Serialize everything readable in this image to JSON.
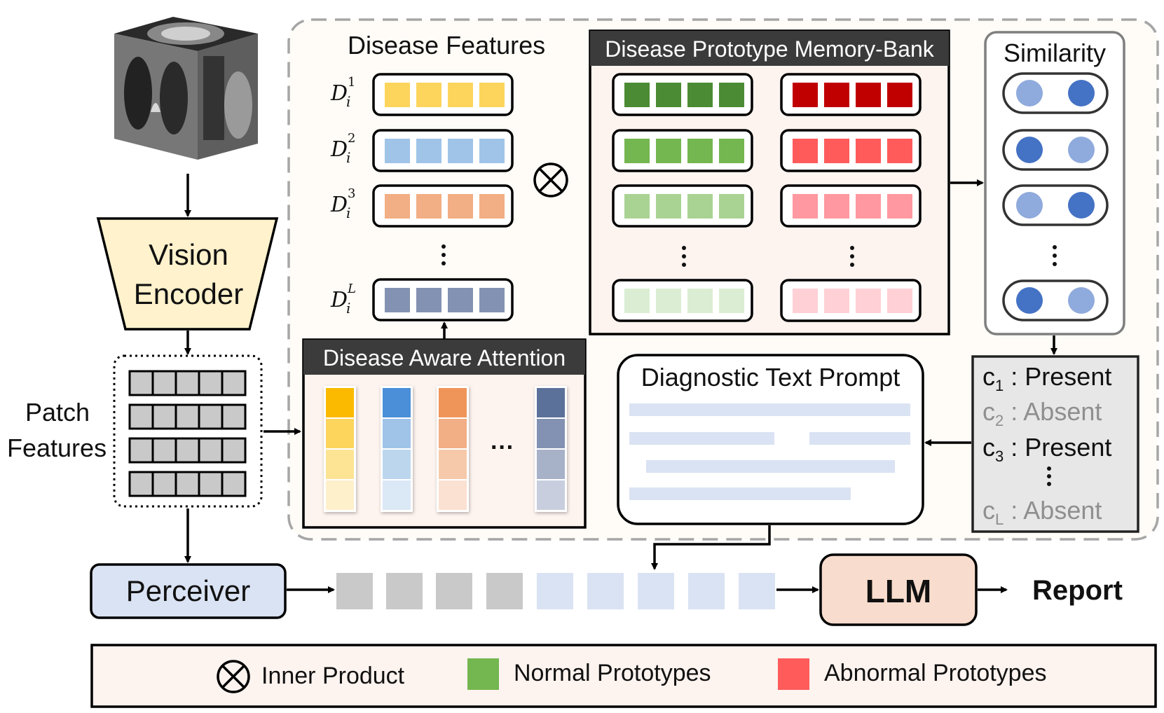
{
  "colors": {
    "yellow": [
      "#fbba00",
      "#fdd55d",
      "#fde394",
      "#fff0cc"
    ],
    "blue": [
      "#4a8fd8",
      "#9fc4e8",
      "#bcd6ee",
      "#dbe8f6"
    ],
    "orange": [
      "#f0955a",
      "#f2ae84",
      "#f6c9aa",
      "#fbe1d2"
    ],
    "slate": [
      "#5c7199",
      "#8392b2",
      "#a7b1c8",
      "#c8cedd"
    ],
    "normal_proto": [
      "#4b8b34",
      "#74b650",
      "#a9d393",
      "#dbeed3"
    ],
    "abnormal_proto": [
      "#c00000",
      "#ff5b5b",
      "#ff98a0",
      "#ffd0d5"
    ],
    "legend_normal": "#74b650",
    "legend_abnormal": "#ff5b5b"
  },
  "input": {
    "ct_volume": "ct-volume-icon"
  },
  "vision_encoder": {
    "line1": "Vision",
    "line2": "Encoder"
  },
  "patch_features": {
    "line1": "Patch",
    "line2": "Features"
  },
  "disease_features": {
    "title": "Disease Features",
    "rows": [
      {
        "symbol": "D",
        "sub": "i",
        "sup": "1"
      },
      {
        "symbol": "D",
        "sub": "i",
        "sup": "2"
      },
      {
        "symbol": "D",
        "sub": "i",
        "sup": "3"
      },
      {
        "symbol": "D",
        "sub": "i",
        "sup": "L"
      }
    ]
  },
  "operator": {
    "symbol": "⊗"
  },
  "memory_bank": {
    "title": "Disease Prototype Memory-Bank"
  },
  "similarity": {
    "title": "Similarity"
  },
  "attention": {
    "title": "Disease Aware Attention",
    "ellipsis": "···"
  },
  "text_prompt": {
    "title": "Diagnostic Text Prompt"
  },
  "conditions": [
    {
      "c": "c",
      "idx": "1",
      "status": ": Present",
      "present": true
    },
    {
      "c": "c",
      "idx": "2",
      "status": ": Absent",
      "present": false
    },
    {
      "c": "c",
      "idx": "3",
      "status": ": Present",
      "present": true
    },
    {
      "c": "c",
      "idx": "L",
      "status": ": Absent",
      "present": false
    }
  ],
  "perceiver": {
    "label": "Perceiver"
  },
  "llm": {
    "label": "LLM"
  },
  "output": {
    "label": "Report"
  },
  "legend": {
    "inner_product": "Inner Product",
    "normal": "Normal Prototypes",
    "abnormal": "Abnormal Prototypes"
  }
}
